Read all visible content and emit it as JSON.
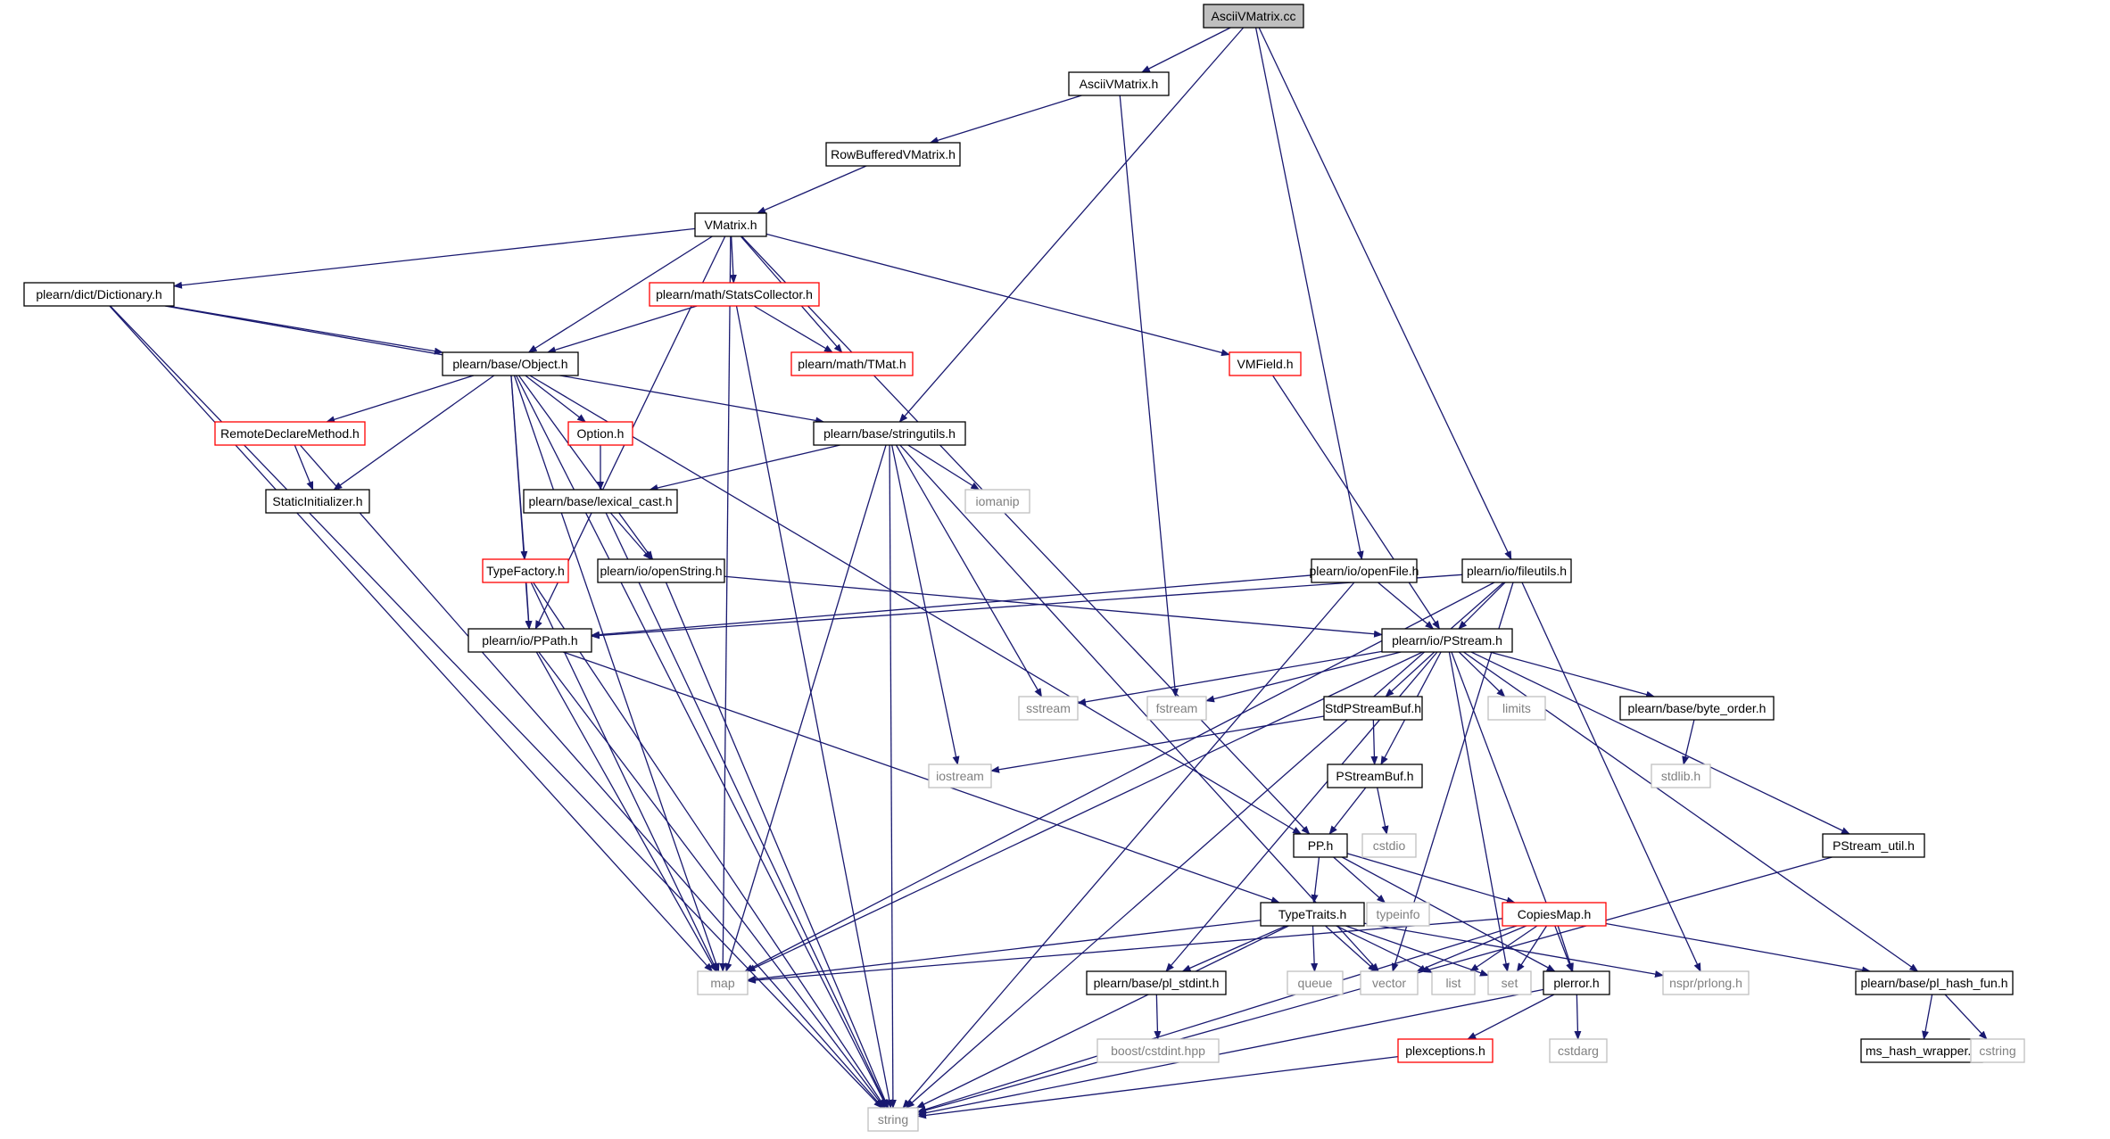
{
  "graph": {
    "nodes": [
      {
        "id": "root",
        "label": "AsciiVMatrix.cc",
        "kind": "root"
      },
      {
        "id": "avm_h",
        "label": "AsciiVMatrix.h",
        "kind": "normal"
      },
      {
        "id": "rbvm",
        "label": "RowBufferedVMatrix.h",
        "kind": "normal"
      },
      {
        "id": "vmatrix",
        "label": "VMatrix.h",
        "kind": "normal"
      },
      {
        "id": "dictionary",
        "label": "plearn/dict/Dictionary.h",
        "kind": "normal"
      },
      {
        "id": "stats",
        "label": "plearn/math/StatsCollector.h",
        "kind": "truncated"
      },
      {
        "id": "tmat",
        "label": "plearn/math/TMat.h",
        "kind": "truncated"
      },
      {
        "id": "vmfield",
        "label": "VMField.h",
        "kind": "truncated"
      },
      {
        "id": "object",
        "label": "plearn/base/Object.h",
        "kind": "normal"
      },
      {
        "id": "remote",
        "label": "RemoteDeclareMethod.h",
        "kind": "truncated"
      },
      {
        "id": "static",
        "label": "StaticInitializer.h",
        "kind": "normal"
      },
      {
        "id": "option",
        "label": "Option.h",
        "kind": "truncated"
      },
      {
        "id": "stringutils",
        "label": "plearn/base/stringutils.h",
        "kind": "normal"
      },
      {
        "id": "iomanip",
        "label": "iomanip",
        "kind": "system"
      },
      {
        "id": "lexical",
        "label": "plearn/base/lexical_cast.h",
        "kind": "normal"
      },
      {
        "id": "openstring",
        "label": "plearn/io/openString.h",
        "kind": "normal"
      },
      {
        "id": "typefactory",
        "label": "TypeFactory.h",
        "kind": "truncated"
      },
      {
        "id": "ppath",
        "label": "plearn/io/PPath.h",
        "kind": "normal"
      },
      {
        "id": "openfile",
        "label": "plearn/io/openFile.h",
        "kind": "normal"
      },
      {
        "id": "fileutils",
        "label": "plearn/io/fileutils.h",
        "kind": "normal"
      },
      {
        "id": "pstream",
        "label": "plearn/io/PStream.h",
        "kind": "normal"
      },
      {
        "id": "sstream",
        "label": "sstream",
        "kind": "system"
      },
      {
        "id": "fstream",
        "label": "fstream",
        "kind": "system"
      },
      {
        "id": "stdpsb",
        "label": "StdPStreamBuf.h",
        "kind": "normal"
      },
      {
        "id": "limits",
        "label": "limits",
        "kind": "system"
      },
      {
        "id": "byteorder",
        "label": "plearn/base/byte_order.h",
        "kind": "normal"
      },
      {
        "id": "stdlib",
        "label": "stdlib.h",
        "kind": "system"
      },
      {
        "id": "iostream",
        "label": "iostream",
        "kind": "system"
      },
      {
        "id": "psb",
        "label": "PStreamBuf.h",
        "kind": "normal"
      },
      {
        "id": "cstdio",
        "label": "cstdio",
        "kind": "system"
      },
      {
        "id": "pp",
        "label": "PP.h",
        "kind": "normal"
      },
      {
        "id": "psutil",
        "label": "PStream_util.h",
        "kind": "normal"
      },
      {
        "id": "typetraits",
        "label": "TypeTraits.h",
        "kind": "normal"
      },
      {
        "id": "typeinfo",
        "label": "typeinfo",
        "kind": "system"
      },
      {
        "id": "copiesmap",
        "label": "CopiesMap.h",
        "kind": "truncated"
      },
      {
        "id": "map",
        "label": "map",
        "kind": "system"
      },
      {
        "id": "plstdint",
        "label": "plearn/base/pl_stdint.h",
        "kind": "normal"
      },
      {
        "id": "queue",
        "label": "queue",
        "kind": "system"
      },
      {
        "id": "vector",
        "label": "vector",
        "kind": "system"
      },
      {
        "id": "list",
        "label": "list",
        "kind": "system"
      },
      {
        "id": "set",
        "label": "set",
        "kind": "system"
      },
      {
        "id": "plerror",
        "label": "plerror.h",
        "kind": "normal"
      },
      {
        "id": "prlong",
        "label": "nspr/prlong.h",
        "kind": "system"
      },
      {
        "id": "plhash",
        "label": "plearn/base/pl_hash_fun.h",
        "kind": "normal"
      },
      {
        "id": "boost",
        "label": "boost/cstdint.hpp",
        "kind": "system"
      },
      {
        "id": "plexceptions",
        "label": "plexceptions.h",
        "kind": "truncated"
      },
      {
        "id": "cstdarg",
        "label": "cstdarg",
        "kind": "system"
      },
      {
        "id": "mshash",
        "label": "ms_hash_wrapper.h",
        "kind": "normal"
      },
      {
        "id": "cstring",
        "label": "cstring",
        "kind": "system"
      },
      {
        "id": "string",
        "label": "string",
        "kind": "system"
      }
    ],
    "edges": [
      [
        "root",
        "avm_h"
      ],
      [
        "root",
        "stringutils"
      ],
      [
        "root",
        "openfile"
      ],
      [
        "root",
        "fileutils"
      ],
      [
        "avm_h",
        "rbvm"
      ],
      [
        "avm_h",
        "fstream"
      ],
      [
        "rbvm",
        "vmatrix"
      ],
      [
        "vmatrix",
        "dictionary"
      ],
      [
        "vmatrix",
        "stats"
      ],
      [
        "vmatrix",
        "tmat"
      ],
      [
        "vmatrix",
        "vmfield"
      ],
      [
        "vmatrix",
        "object"
      ],
      [
        "vmatrix",
        "ppath"
      ],
      [
        "vmatrix",
        "map"
      ],
      [
        "vmatrix",
        "pp"
      ],
      [
        "dictionary",
        "object"
      ],
      [
        "dictionary",
        "stringutils"
      ],
      [
        "dictionary",
        "map"
      ],
      [
        "dictionary",
        "string"
      ],
      [
        "stats",
        "object"
      ],
      [
        "stats",
        "tmat"
      ],
      [
        "stats",
        "string"
      ],
      [
        "vmfield",
        "pstream"
      ],
      [
        "object",
        "remote"
      ],
      [
        "object",
        "static"
      ],
      [
        "object",
        "option"
      ],
      [
        "object",
        "typefactory"
      ],
      [
        "object",
        "ppath"
      ],
      [
        "object",
        "openstring"
      ],
      [
        "object",
        "map"
      ],
      [
        "object",
        "string"
      ],
      [
        "object",
        "pp"
      ],
      [
        "remote",
        "static"
      ],
      [
        "remote",
        "string"
      ],
      [
        "option",
        "lexical"
      ],
      [
        "stringutils",
        "lexical"
      ],
      [
        "stringutils",
        "iomanip"
      ],
      [
        "stringutils",
        "sstream"
      ],
      [
        "stringutils",
        "iostream"
      ],
      [
        "stringutils",
        "map"
      ],
      [
        "stringutils",
        "string"
      ],
      [
        "stringutils",
        "vector"
      ],
      [
        "lexical",
        "openstring"
      ],
      [
        "lexical",
        "string"
      ],
      [
        "openstring",
        "pstream"
      ],
      [
        "openstring",
        "string"
      ],
      [
        "typefactory",
        "ppath"
      ],
      [
        "typefactory",
        "map"
      ],
      [
        "typefactory",
        "string"
      ],
      [
        "ppath",
        "typetraits"
      ],
      [
        "ppath",
        "map"
      ],
      [
        "ppath",
        "string"
      ],
      [
        "openfile",
        "ppath"
      ],
      [
        "openfile",
        "pstream"
      ],
      [
        "openfile",
        "string"
      ],
      [
        "fileutils",
        "ppath"
      ],
      [
        "fileutils",
        "pstream"
      ],
      [
        "fileutils",
        "map"
      ],
      [
        "fileutils",
        "vector"
      ],
      [
        "fileutils",
        "prlong"
      ],
      [
        "fileutils",
        "string"
      ],
      [
        "pstream",
        "sstream"
      ],
      [
        "pstream",
        "fstream"
      ],
      [
        "pstream",
        "limits"
      ],
      [
        "pstream",
        "stdpsb"
      ],
      [
        "pstream",
        "byteorder"
      ],
      [
        "pstream",
        "psb"
      ],
      [
        "pstream",
        "psutil"
      ],
      [
        "pstream",
        "plhash"
      ],
      [
        "pstream",
        "plerror"
      ],
      [
        "pstream",
        "set"
      ],
      [
        "pstream",
        "plstdint"
      ],
      [
        "pstream",
        "map"
      ],
      [
        "stdpsb",
        "psb"
      ],
      [
        "stdpsb",
        "iostream"
      ],
      [
        "byteorder",
        "stdlib"
      ],
      [
        "psb",
        "pp"
      ],
      [
        "psb",
        "cstdio"
      ],
      [
        "pp",
        "typetraits"
      ],
      [
        "pp",
        "typeinfo"
      ],
      [
        "pp",
        "copiesmap"
      ],
      [
        "pp",
        "plerror"
      ],
      [
        "psutil",
        "string"
      ],
      [
        "typetraits",
        "map"
      ],
      [
        "typetraits",
        "plstdint"
      ],
      [
        "typetraits",
        "queue"
      ],
      [
        "typetraits",
        "vector"
      ],
      [
        "typetraits",
        "list"
      ],
      [
        "typetraits",
        "set"
      ],
      [
        "typetraits",
        "prlong"
      ],
      [
        "typetraits",
        "string"
      ],
      [
        "copiesmap",
        "map"
      ],
      [
        "copiesmap",
        "vector"
      ],
      [
        "copiesmap",
        "list"
      ],
      [
        "copiesmap",
        "set"
      ],
      [
        "copiesmap",
        "plerror"
      ],
      [
        "copiesmap",
        "plhash"
      ],
      [
        "copiesmap",
        "string"
      ],
      [
        "plstdint",
        "boost"
      ],
      [
        "plerror",
        "plexceptions"
      ],
      [
        "plerror",
        "cstdarg"
      ],
      [
        "plerror",
        "string"
      ],
      [
        "plexceptions",
        "string"
      ],
      [
        "plhash",
        "mshash"
      ],
      [
        "plhash",
        "cstring"
      ]
    ]
  },
  "colors": {
    "edge": "#191970",
    "node_border": "#000000",
    "truncated_border": "#ff0000",
    "system_border": "#bfbfbf",
    "system_text": "#808080",
    "root_fill": "#bfbfbf",
    "text": "#000000"
  }
}
